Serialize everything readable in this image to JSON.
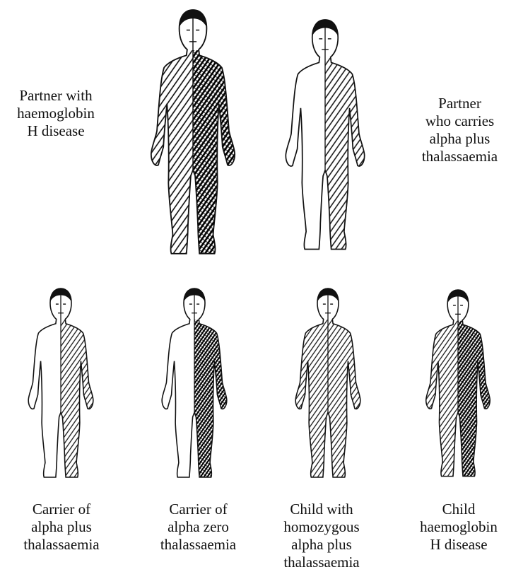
{
  "parents": {
    "left_partner": {
      "label_lines": [
        "Partner with",
        "haemoglobin",
        "H disease"
      ],
      "left_half": "light-hatch",
      "right_half": "dark-hatch"
    },
    "right_partner": {
      "label_lines": [
        "Partner",
        "who carries",
        "alpha plus",
        "thalassaemia"
      ],
      "left_half": "blank",
      "right_half": "light-hatch"
    }
  },
  "children": [
    {
      "label_lines": [
        "Carrier of",
        "alpha plus",
        "thalassaemia"
      ],
      "left_half": "blank",
      "right_half": "light-hatch"
    },
    {
      "label_lines": [
        "Carrier of",
        "alpha zero",
        "thalassaemia"
      ],
      "left_half": "blank",
      "right_half": "dark-hatch"
    },
    {
      "label_lines": [
        "Child with",
        "homozygous",
        "alpha plus",
        "thalassaemia"
      ],
      "left_half": "light-hatch",
      "right_half": "light-hatch"
    },
    {
      "label_lines": [
        "Child",
        "haemoglobin",
        "H disease"
      ],
      "left_half": "light-hatch",
      "right_half": "dark-hatch"
    }
  ]
}
